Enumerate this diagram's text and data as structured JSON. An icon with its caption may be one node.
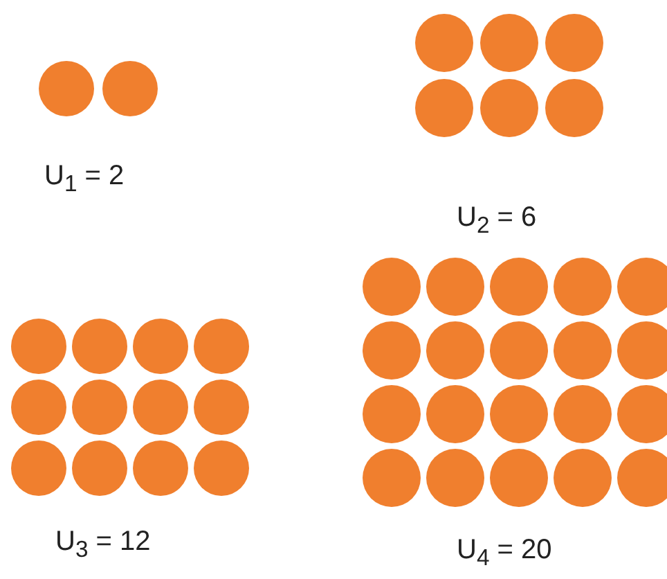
{
  "diagram": {
    "labels": [
      "U$_{1}$ = 2",
      "U$_{2}$ = 6",
      "U$_{3}$ = 12",
      "U$_{4}$ = 20"
    ]
  }
}
